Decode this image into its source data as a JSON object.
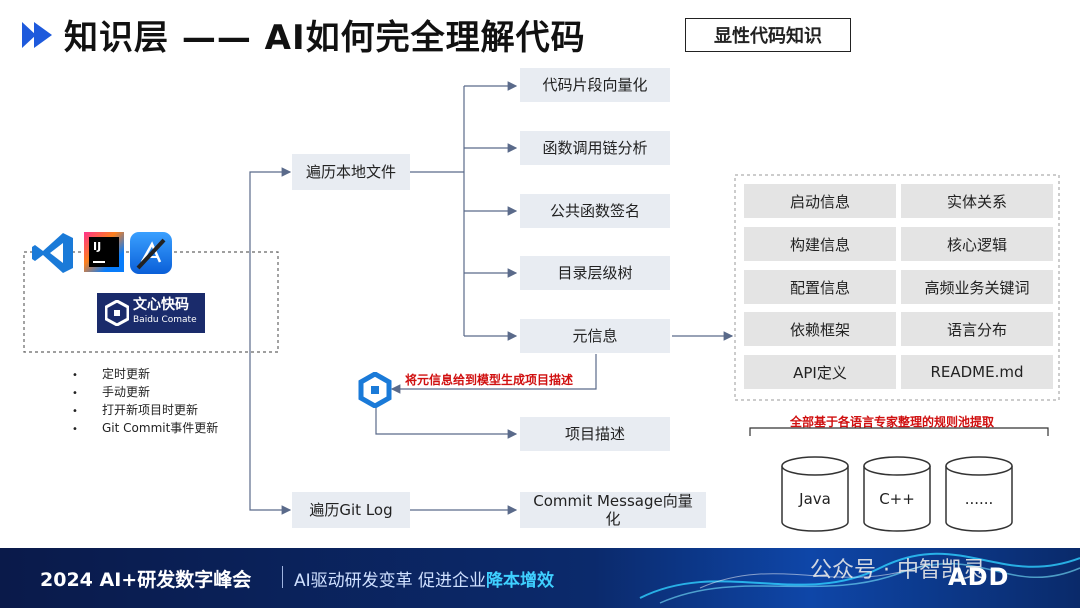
{
  "header": {
    "title": "知识层 —— AI如何完全理解代码",
    "tag": "显性代码知识"
  },
  "tools": {
    "comate_title": "文心快码",
    "comate_subtitle": "Baidu Comate",
    "ij_label": "IJ"
  },
  "triggers": [
    "定时更新",
    "手动更新",
    "打开新项目时更新",
    "Git Commit事件更新"
  ],
  "branches": {
    "local": "遍历本地文件",
    "git": "遍历Git Log"
  },
  "local_children": [
    "代码片段向量化",
    "函数调用链分析",
    "公共函数签名",
    "目录层级树",
    "元信息"
  ],
  "model_note": "将元信息给到模型生成项目描述",
  "project_desc": "项目描述",
  "commit_node": "Commit Message向量化",
  "meta_grid": [
    [
      "启动信息",
      "实体关系"
    ],
    [
      "构建信息",
      "核心逻辑"
    ],
    [
      "配置信息",
      "高频业务关键词"
    ],
    [
      "依赖框架",
      "语言分布"
    ],
    [
      "API定义",
      "README.md"
    ]
  ],
  "rule_note": "全部基于各语言专家整理的规则池提取",
  "databases": [
    "Java",
    "C++",
    "......"
  ],
  "footer": {
    "left": "2024 AI+研发数字峰会",
    "mid_prefix": "AI驱动研发变革  促进企业",
    "mid_highlight": "降本增效",
    "watermark": "公众号 · 中智凯灵",
    "logo": "ADD"
  },
  "colors": {
    "accent_blue": "#1e5adc",
    "line": "#5a6a8a",
    "node_bg": "#e8ecf2",
    "red_note": "#d01010"
  }
}
